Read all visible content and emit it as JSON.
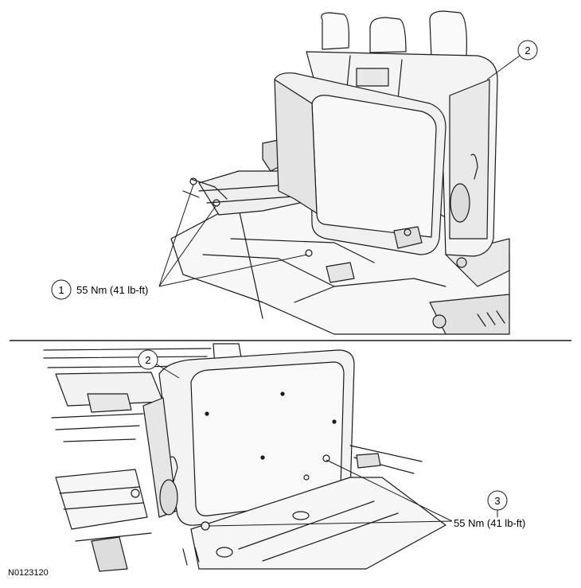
{
  "callouts": {
    "c1": {
      "number": "1",
      "torque": "55 Nm (41 lb-ft)"
    },
    "c2_top": {
      "number": "2"
    },
    "c2_bottom": {
      "number": "2"
    },
    "c3": {
      "number": "3",
      "torque": "55 Nm (41 lb-ft)"
    }
  },
  "figure_id": "N0123120",
  "colors": {
    "line": "#1a1a1a",
    "fill_light": "#f4f4f4",
    "fill_mid": "#e6e6e6",
    "fill_dark": "#cfcfcf"
  }
}
